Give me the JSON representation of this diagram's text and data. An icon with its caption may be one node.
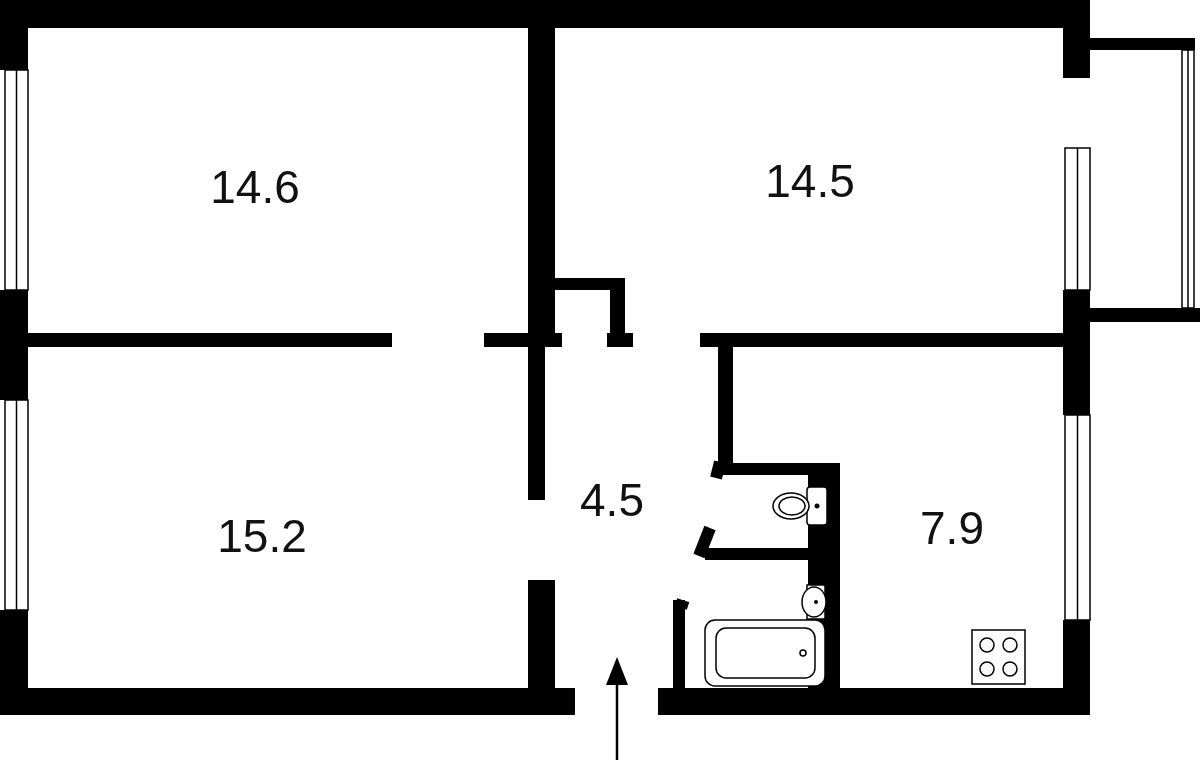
{
  "diagram": {
    "labels": [
      "14.6",
      "14.5",
      "15.2",
      "4.5",
      "7.9"
    ]
  }
}
